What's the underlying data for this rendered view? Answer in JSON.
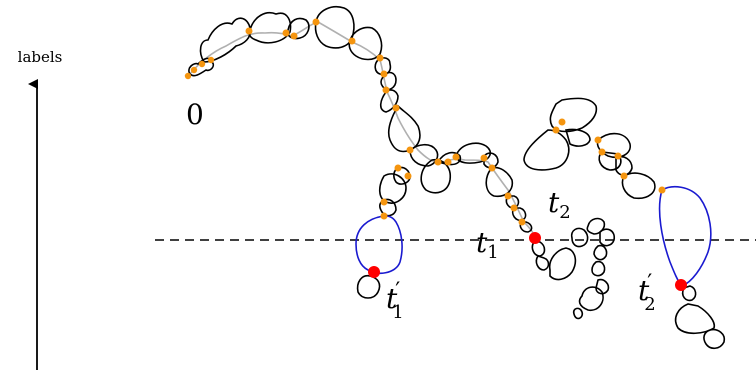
{
  "axis": {
    "label": "labels"
  },
  "labels": {
    "root": "0",
    "t1": "t",
    "t1_sub": "1",
    "t2": "t",
    "t2_sub": "2",
    "t1p": "t",
    "t1p_prime": "′",
    "t1p_sub": "1",
    "t2p": "t",
    "t2p_prime": "′",
    "t2p_sub": "2"
  },
  "colors": {
    "loops": "#000000",
    "spine": "#b0b0b0",
    "vertex": "#f5950f",
    "marked": "#ff0000",
    "highlight": "#1a1ad0",
    "cut_line": "#000000"
  }
}
